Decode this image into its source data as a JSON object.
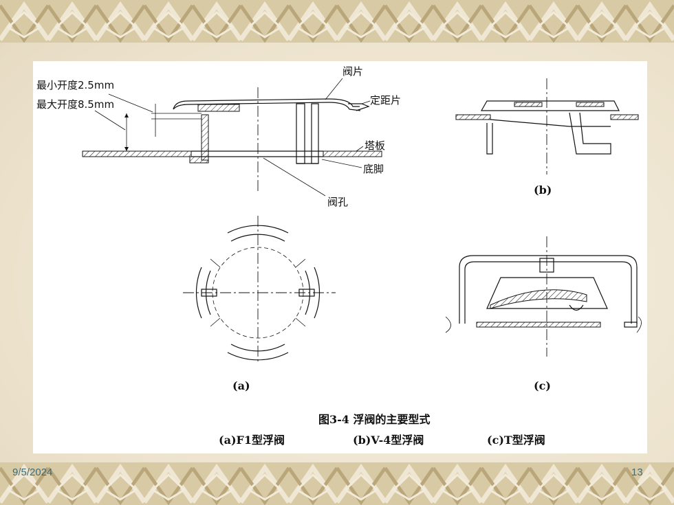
{
  "slide": {
    "date": "9/5/2024",
    "page_number": "13"
  },
  "figure": {
    "labels_a": {
      "valve_plate": "阀片",
      "min_opening": "最小开度2.5mm",
      "max_opening": "最大开度8.5mm",
      "spacer": "定距片",
      "tray_deck": "塔板",
      "foot": "底脚",
      "valve_hole": "阀孔"
    },
    "sub_a": "(a)",
    "sub_b": "(b)",
    "sub_c": "(c)",
    "title": "图3-4 浮阀的主要型式",
    "caption_parts": [
      "(a)F1型浮阀",
      "(b)V-4型浮阀",
      "(c)T型浮阀"
    ]
  },
  "colors": {
    "footer_text": "#3d6b78",
    "border": "#c9b98f"
  }
}
